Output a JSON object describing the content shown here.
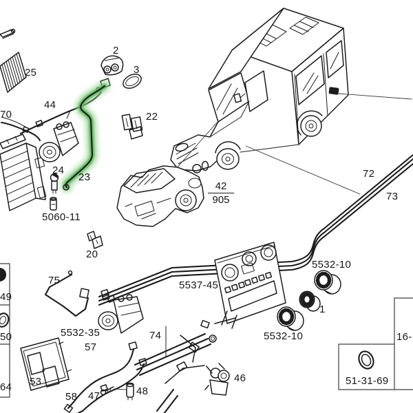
{
  "colors": {
    "background": "#ffffff",
    "line": "#1c1c1c",
    "highlight_green": "#4fae52"
  },
  "highlight": {
    "highlighted_part": "23"
  },
  "callouts": {
    "c25": "25",
    "c2": "2",
    "c3": "3",
    "c44": "44",
    "c70": "70",
    "c22": "22",
    "c24": "24",
    "c23": "23",
    "c5060_11": "5060-11",
    "c42_num": "42",
    "c42_den": "905",
    "c72": "72",
    "c73": "73",
    "c20": "20",
    "c75": "75",
    "c5537_45": "5537-45",
    "c5532_35": "5532-35",
    "c74": "74",
    "c57": "57",
    "c53": "53",
    "c58": "58",
    "c47": "47",
    "c48": "48",
    "c46": "46",
    "c5532_10_upper": "5532-10",
    "c1": "1",
    "c5532_10_lower": "5532-10",
    "c16": "16-",
    "c51_31_69": "51-31-69",
    "c49": "49",
    "c50": "50",
    "c64": "64"
  }
}
